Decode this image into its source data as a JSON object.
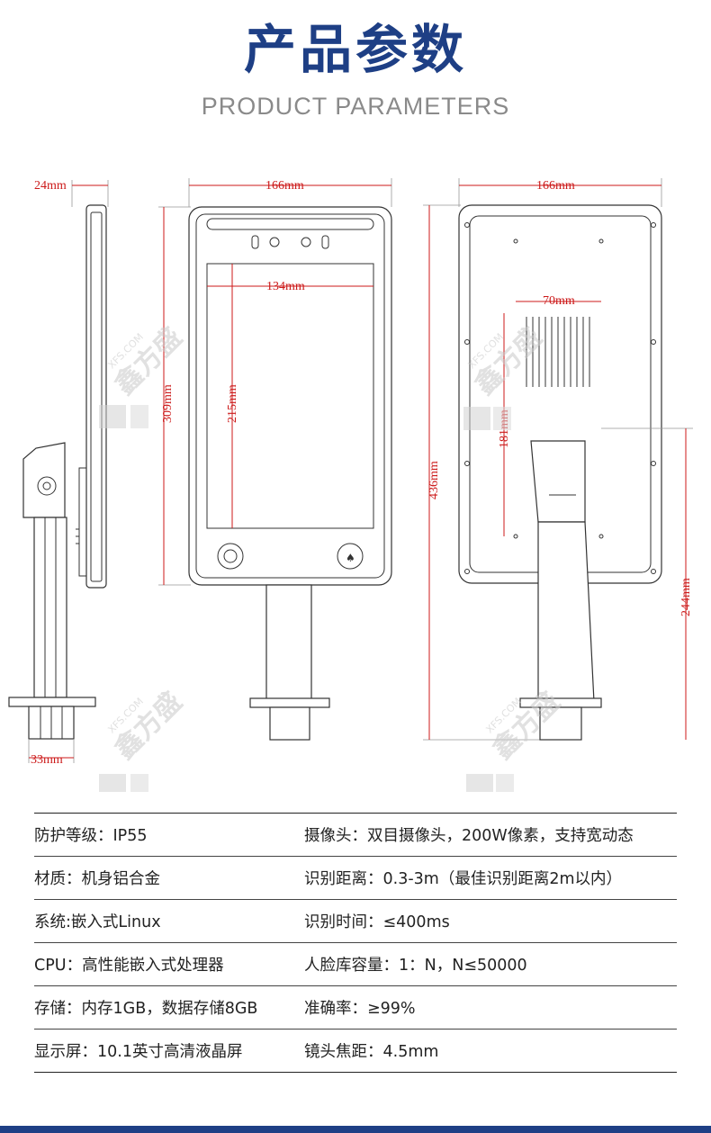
{
  "header": {
    "title": "产品参数",
    "subtitle": "PRODUCT PARAMETERS"
  },
  "dimensions": {
    "side_thickness": "24mm",
    "front_width": "166mm",
    "back_width": "166mm",
    "screen_width": "134mm",
    "vent_width": "70mm",
    "front_height": "309mm",
    "screen_height": "215mm",
    "total_height": "436mm",
    "vent_to_stand": "181mm",
    "stand_height": "244mm",
    "pole_diameter": "33mm"
  },
  "watermark": {
    "brand": "鑫方盛",
    "site": "XFS.COM"
  },
  "specs": [
    {
      "left": "防护等级：IP55",
      "right": "摄像头：双目摄像头，200W像素，支持宽动态"
    },
    {
      "left": "材质：机身铝合金",
      "right": "识别距离：0.3-3m（最佳识别距离2m以内）"
    },
    {
      "left": "系统:嵌入式Linux",
      "right": "识别时间：≤400ms"
    },
    {
      "left": "CPU：高性能嵌入式处理器",
      "right": "人脸库容量：1：N，N≤50000"
    },
    {
      "left": "存储：内存1GB，数据存储8GB",
      "right": "准确率：≥99%"
    },
    {
      "left": "显示屏：10.1英寸高清液晶屏",
      "right": "镜头焦距：4.5mm"
    }
  ],
  "colors": {
    "title": "#1e3f85",
    "dimension": "#cc1a1a"
  }
}
